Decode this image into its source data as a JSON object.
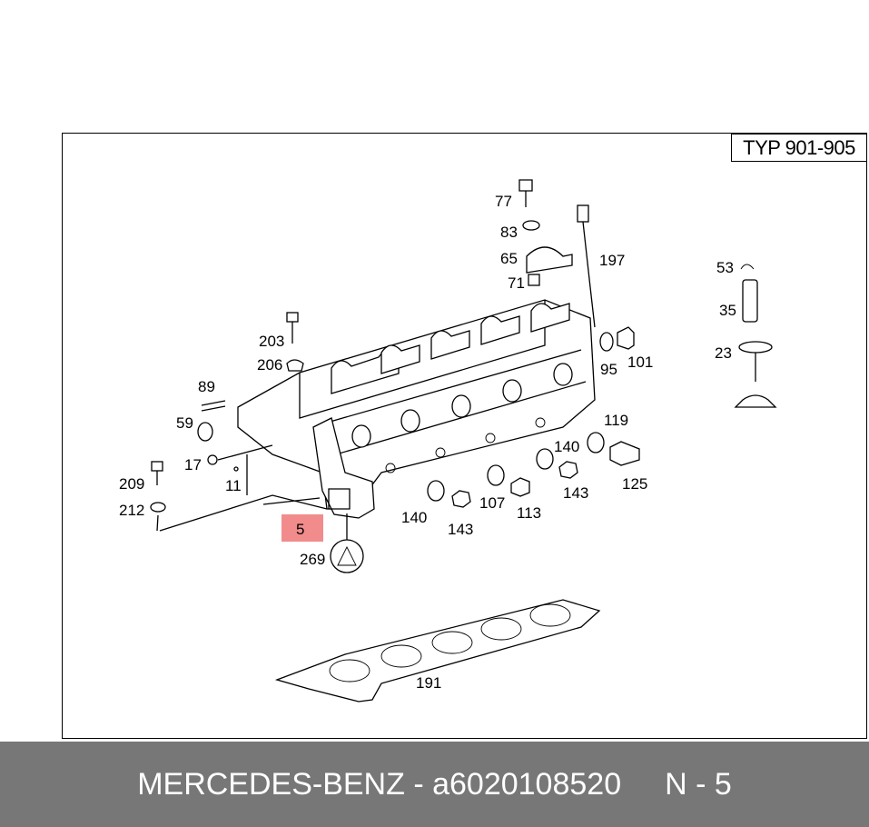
{
  "diagram": {
    "type_label": "TYP 901-905",
    "highlighted_part": "5",
    "part_labels": {
      "p77": "77",
      "p83": "83",
      "p65": "65",
      "p71": "71",
      "p197": "197",
      "p203": "203",
      "p206": "206",
      "p89": "89",
      "p59": "59",
      "p17": "17",
      "p11": "11",
      "p209": "209",
      "p212": "212",
      "p269": "269",
      "p140a": "140",
      "p143a": "143",
      "p107": "107",
      "p113": "113",
      "p143b": "143",
      "p140b": "140",
      "p119": "119",
      "p125": "125",
      "p95": "95",
      "p101": "101",
      "p53": "53",
      "p35": "35",
      "p23": "23",
      "p191": "191"
    }
  },
  "footer": {
    "brand_part": "MERCEDES-BENZ - a6020108520",
    "position": "N - 5"
  }
}
